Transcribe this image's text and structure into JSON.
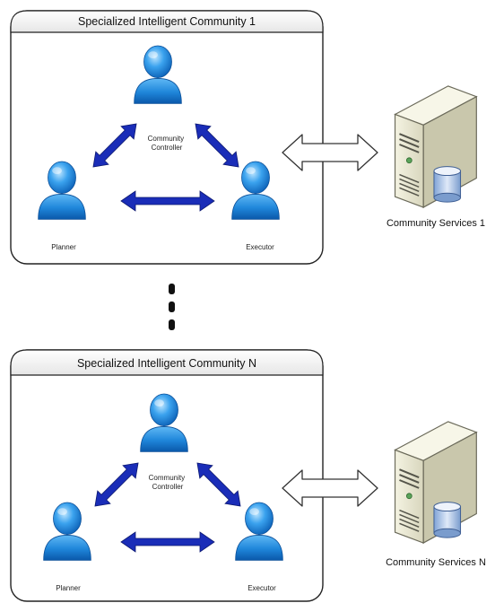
{
  "communities": [
    {
      "title": "Specialized Intelligent Community 1",
      "roles": {
        "controller": [
          "Community",
          "Controller"
        ],
        "planner": "Planner",
        "executor": "Executor"
      },
      "services_label": "Community Services 1"
    },
    {
      "title": "Specialized Intelligent Community N",
      "roles": {
        "controller": [
          "Community",
          "Controller"
        ],
        "planner": "Planner",
        "executor": "Executor"
      },
      "services_label": "Community Services N"
    }
  ],
  "colors": {
    "person": "#2a8fe0",
    "arrow": "#1a2db8",
    "box_border": "#222222",
    "server_body": "#e9e7d3"
  },
  "icons": [
    "person-icon",
    "server-icon",
    "database-icon",
    "double-arrow-icon",
    "ellipsis-dots-icon"
  ]
}
